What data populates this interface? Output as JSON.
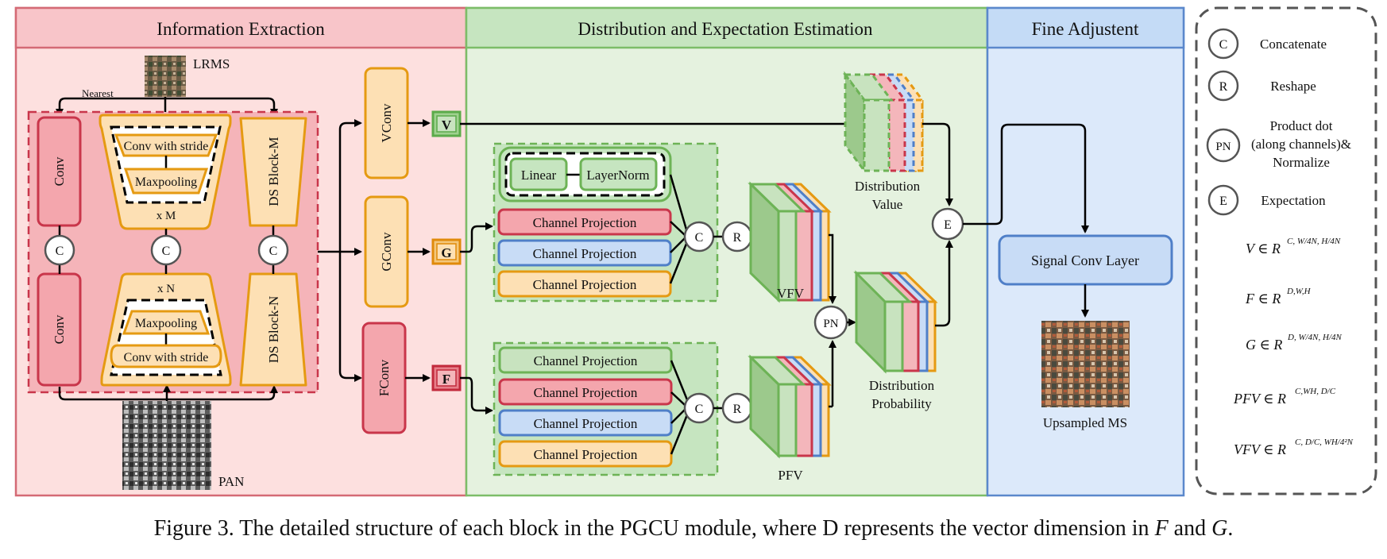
{
  "sections": {
    "info": "Information Extraction",
    "dist": "Distribution and Expectation Estimation",
    "fine": "Fine Adjustent"
  },
  "inputs": {
    "lrms": "LRMS",
    "pan": "PAN",
    "nearest": "Nearest"
  },
  "left_block": {
    "conv": "Conv",
    "conv_stride": "Conv with stride",
    "maxpooling": "Maxpooling",
    "xm": "x M",
    "xn": "x N",
    "ds_m": "DS Block-M",
    "ds_n": "DS Block-N",
    "c": "C"
  },
  "convs": {
    "v": "VConv",
    "g": "GConv",
    "f": "FConv"
  },
  "letters": {
    "v": "V",
    "g": "G",
    "f": "F",
    "c": "C",
    "r": "R",
    "pn": "PN",
    "e": "E"
  },
  "proj": {
    "linear": "Linear",
    "layernorm": "LayerNorm",
    "channel_projection": "Channel Projection"
  },
  "features": {
    "vfv": "VFV",
    "pfv": "PFV",
    "dist_value_1": "Distribution",
    "dist_value_2": "Value",
    "dist_prob_1": "Distribution",
    "dist_prob_2": "Probability"
  },
  "fine": {
    "signal_conv": "Signal Conv Layer",
    "upsampled": "Upsampled MS"
  },
  "legend": {
    "concatenate": "Concatenate",
    "reshape": "Reshape",
    "pn_1": "Product dot",
    "pn_2": "(along channels)&",
    "pn_3": "Normalize",
    "expectation": "Expectation"
  },
  "caption": {
    "prefix": "Figure 3. The detailed structure of each block in the PGCU module, where D represents the vector dimension in ",
    "f": "F",
    "and": " and ",
    "g": "G",
    "end": "."
  },
  "colors": {
    "red_bg": "#fde0df",
    "red_border": "#c9364b",
    "red_header": "#f8c5c9",
    "green_bg": "#e5f2df",
    "green_border": "#6db356",
    "green_header": "#c6e5c0",
    "blue_bg": "#dce9fa",
    "blue_border": "#4f7fc8",
    "blue_header": "#c4dbf6",
    "orange_fill": "#fde0b4",
    "orange_border": "#e59a12",
    "pink_fill": "#f4b6bb",
    "blue_fill": "#c8dcf6",
    "green_fill": "#c8e3bf"
  }
}
